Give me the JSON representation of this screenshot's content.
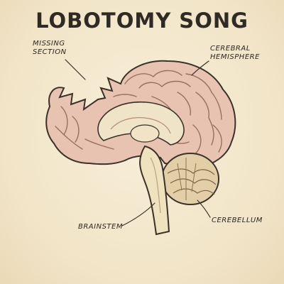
{
  "title": "LOBOTOMY SONG",
  "labels": {
    "missing_line1": "MISSING",
    "missing_line2": "SECTION",
    "cerebral_line1": "CEREBRAL",
    "cerebral_line2": "HEMISPHERE",
    "brainstem": "BRAINSTEM",
    "cerebellum": "CEREBELLUM"
  },
  "colors": {
    "paper": "#f3e8cf",
    "cortex": "#e9c3b1",
    "cortex_shadow": "#c99d8a",
    "inner_tissue": "#efe3c8",
    "brainstem": "#eee2bf",
    "cerebellum": "#e2cfa8",
    "ink": "#3a3128"
  },
  "icons": [
    "brain-illustration"
  ]
}
